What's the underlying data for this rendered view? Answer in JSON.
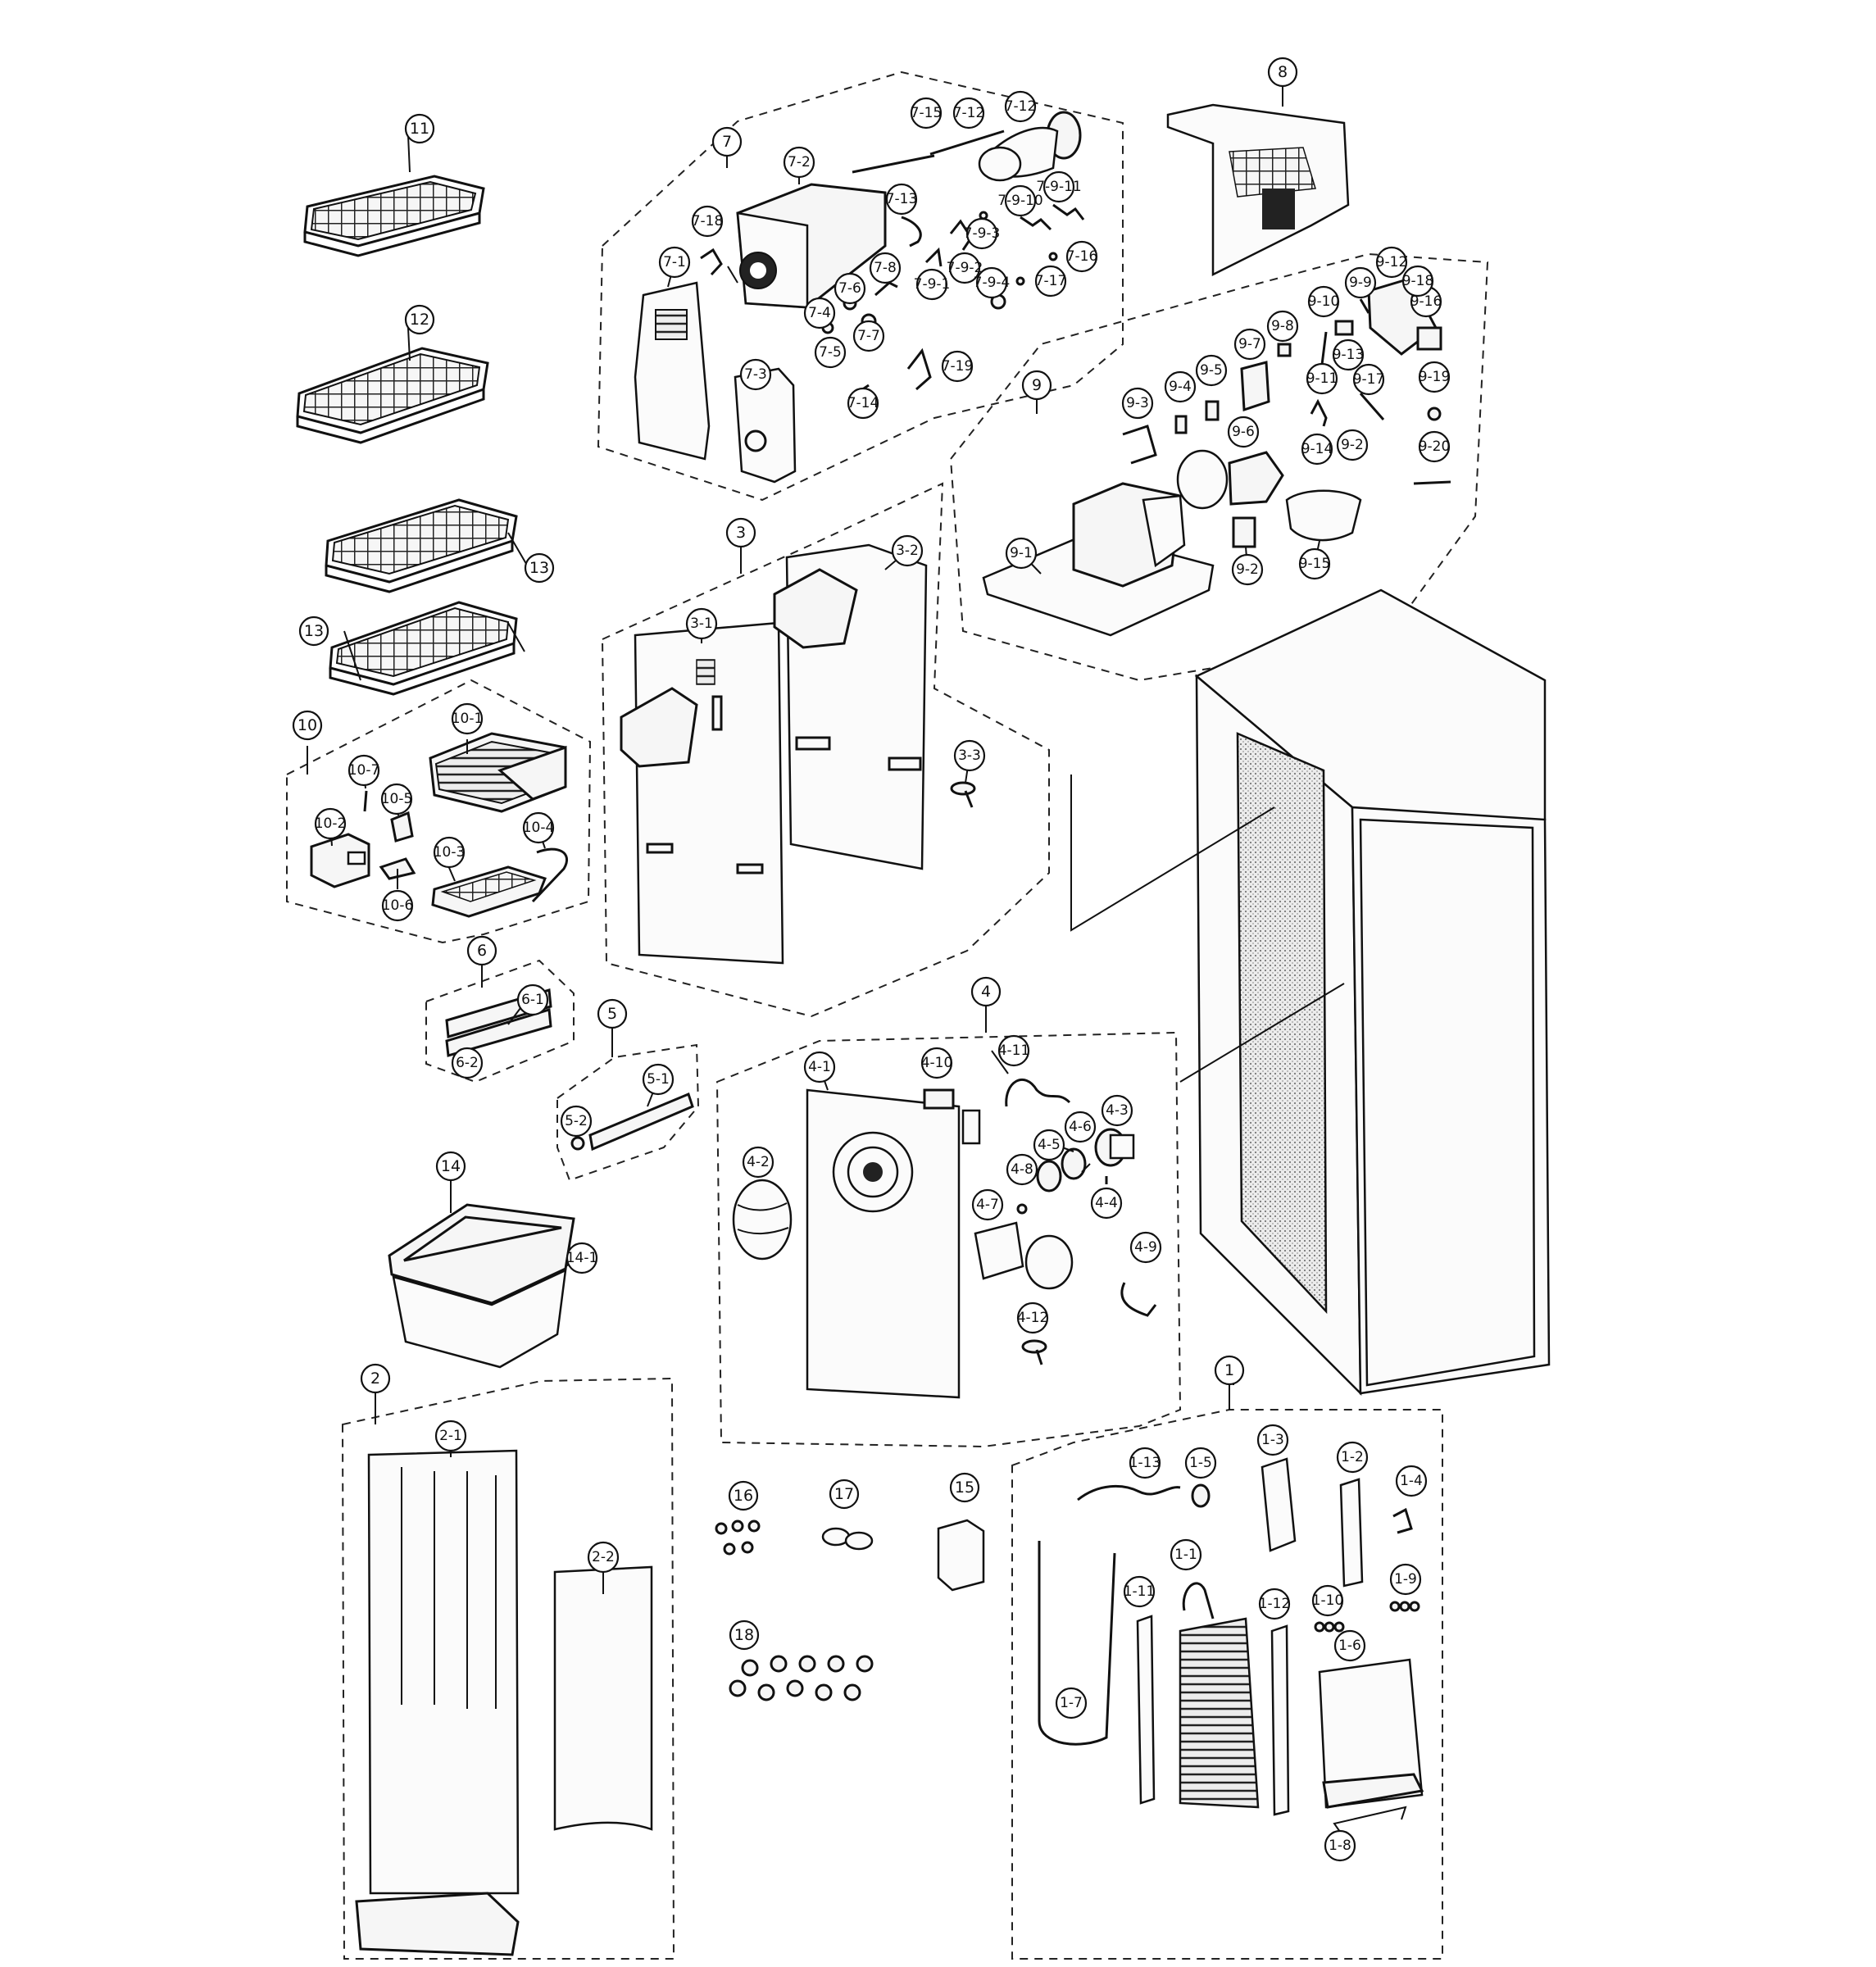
{
  "labels": {
    "c11": "11",
    "c12": "12",
    "c13a": "13",
    "c13b": "13",
    "c10": "10",
    "c10_1": "10-1",
    "c10_7": "10-7",
    "c10_5": "10-5",
    "c10_2": "10-2",
    "c10_3": "10-3",
    "c10_4": "10-4",
    "c10_6": "10-6",
    "c6": "6",
    "c6_1": "6-1",
    "c6_2": "6-2",
    "c5": "5",
    "c5_1": "5-1",
    "c5_2": "5-2",
    "c14": "14",
    "c14_1": "14-1",
    "c2": "2",
    "c2_1": "2-1",
    "c2_2": "2-2",
    "c7": "7",
    "c7_1": "7-1",
    "c7_2": "7-2",
    "c7_3": "7-3",
    "c7_4": "7-4",
    "c7_5": "7-5",
    "c7_6": "7-6",
    "c7_7": "7-7",
    "c7_8": "7-8",
    "c7_9_1": "7-9-1",
    "c7_9_2": "7-9-2",
    "c7_9_3": "7-9-3",
    "c7_9_4": "7-9-4",
    "c7_9_10": "7-9-10",
    "c7_9_11": "7-9-11",
    "c7_12a": "7-12",
    "c7_12b": "7-12",
    "c7_13": "7-13",
    "c7_14": "7-14",
    "c7_15": "7-15",
    "c7_16": "7-16",
    "c7_17": "7-17",
    "c7_18": "7-18",
    "c7_19": "7-19",
    "c8": "8",
    "c9": "9",
    "c9_1": "9-1",
    "c9_2a": "9-2",
    "c9_2b": "9-2",
    "c9_3": "9-3",
    "c9_4": "9-4",
    "c9_5": "9-5",
    "c9_6": "9-6",
    "c9_7": "9-7",
    "c9_8": "9-8",
    "c9_9": "9-9",
    "c9_10": "9-10",
    "c9_11": "9-11",
    "c9_12": "9-12",
    "c9_13": "9-13",
    "c9_14": "9-14",
    "c9_15": "9-15",
    "c9_16": "9-16",
    "c9_17": "9-17",
    "c9_18": "9-18",
    "c9_19": "9-19",
    "c9_20": "9-20",
    "c3": "3",
    "c3_1": "3-1",
    "c3_2": "3-2",
    "c3_3": "3-3",
    "c4": "4",
    "c4_1": "4-1",
    "c4_2": "4-2",
    "c4_3": "4-3",
    "c4_4": "4-4",
    "c4_5": "4-5",
    "c4_6": "4-6",
    "c4_7": "4-7",
    "c4_8": "4-8",
    "c4_9": "4-9",
    "c4_10": "4-10",
    "c4_11": "4-11",
    "c4_12": "4-12",
    "c1": "1",
    "c1_1": "1-1",
    "c1_2": "1-2",
    "c1_3": "1-3",
    "c1_4": "1-4",
    "c1_5": "1-5",
    "c1_6": "1-6",
    "c1_7": "1-7",
    "c1_8": "1-8",
    "c1_9": "1-9",
    "c1_10": "1-10",
    "c1_11": "1-11",
    "c1_12": "1-12",
    "c1_13": "1-13",
    "c15": "15",
    "c16": "16",
    "c17": "17",
    "c18": "18"
  }
}
